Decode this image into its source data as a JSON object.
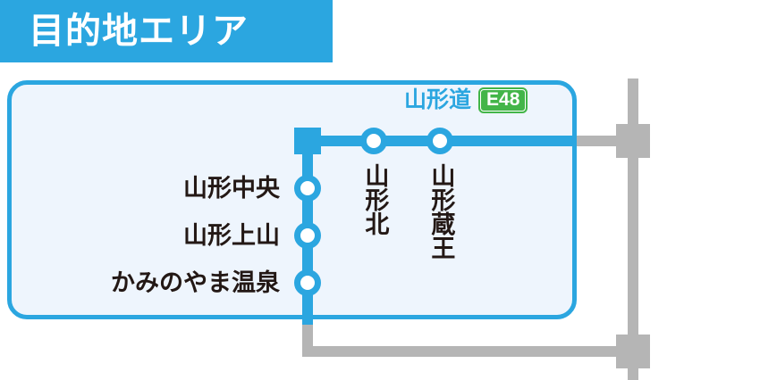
{
  "header": {
    "title": "目的地エリア",
    "background_color": "#2ba6e0",
    "text_color": "#ffffff"
  },
  "map": {
    "panel": {
      "name": "destination-area-panel",
      "fill_color": "#eef5fd",
      "border_color": "#2ba6e0"
    },
    "route": {
      "name": "山形道",
      "shield": "E48",
      "name_color": "#2ba6e0",
      "shield_color": "#43b549"
    },
    "colors": {
      "expressway_blue": "#2ba6e0",
      "outside_road_gray": "#b5b5b5",
      "label_text": "#231815",
      "node_fill": "#ffffff"
    },
    "stations_horizontal": [
      {
        "label": "山形中央",
        "node": "circle"
      },
      {
        "label": "山形上山",
        "node": "circle"
      },
      {
        "label": "かみのやま温泉",
        "node": "circle"
      }
    ],
    "stations_vertical": [
      {
        "label": "山形北",
        "node": "circle"
      },
      {
        "label": "山形蔵王",
        "node": "circle"
      }
    ],
    "junction_nodes": [
      {
        "name": "blue-junction-square",
        "type": "square",
        "color": "#2ba6e0"
      },
      {
        "name": "gray-junction-upper",
        "type": "square",
        "color": "#b5b5b5"
      },
      {
        "name": "gray-junction-lower",
        "type": "square",
        "color": "#b5b5b5"
      }
    ]
  }
}
